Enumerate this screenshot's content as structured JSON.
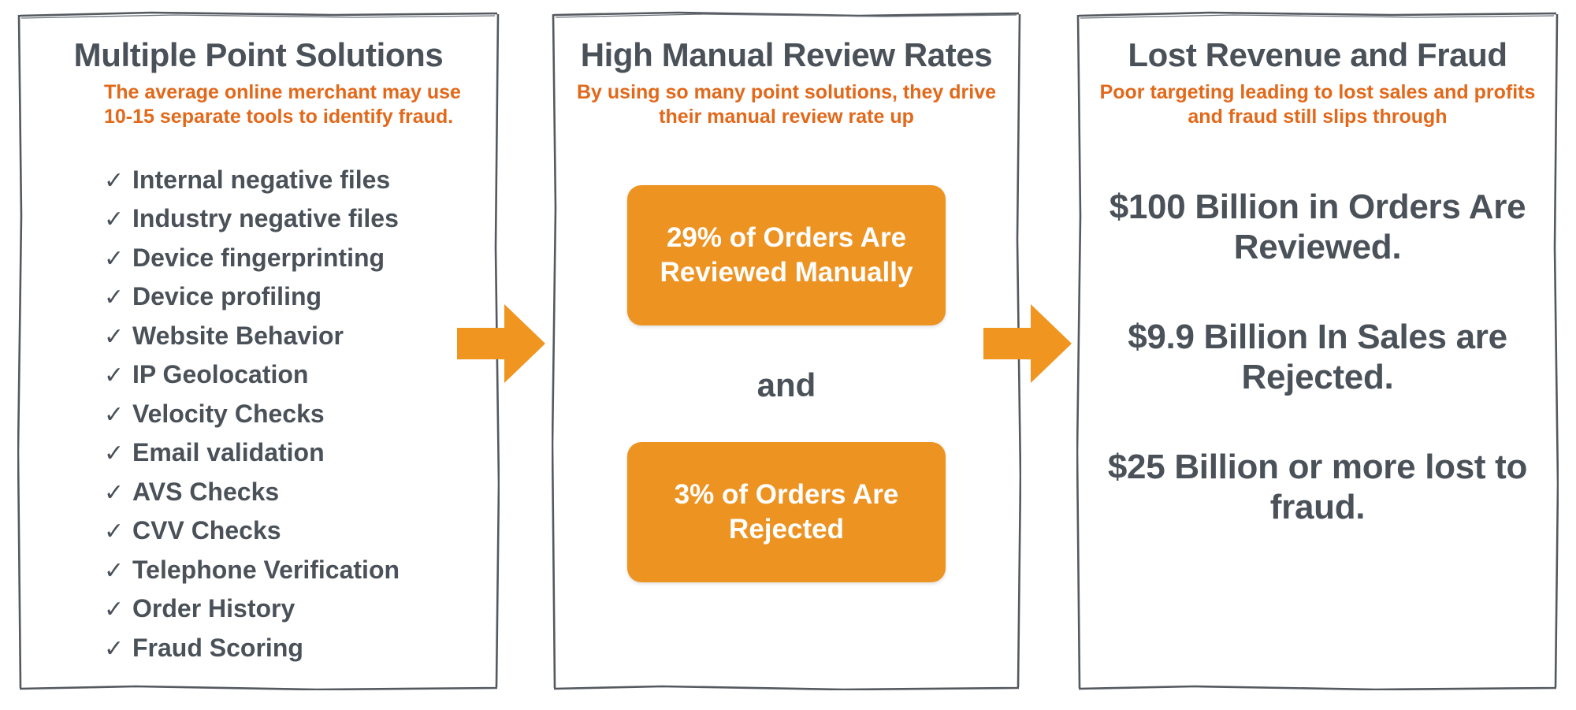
{
  "panels": [
    {
      "id": "multiple-point-solutions",
      "title": "Multiple Point Solutions",
      "subtitle": "The average online merchant may use 10-15 separate tools to identify fraud.",
      "checklist": [
        "Internal negative files",
        "Industry negative files",
        "Device fingerprinting",
        "Device profiling",
        "Website Behavior",
        "IP Geolocation",
        "Velocity Checks",
        "Email validation",
        "AVS Checks",
        "CVV Checks",
        "Telephone Verification",
        "Order History",
        "Fraud Scoring"
      ],
      "check_glyph": "✓"
    },
    {
      "id": "high-manual-review-rates",
      "title": "High Manual Review Rates",
      "subtitle": "By using so many point solutions, they drive their manual review rate up",
      "stat_box_1": "29% of Orders Are Reviewed Manually",
      "connector": "and",
      "stat_box_2": "3% of Orders Are Rejected"
    },
    {
      "id": "lost-revenue-and-fraud",
      "title": "Lost Revenue and Fraud",
      "subtitle": "Poor targeting leading to lost sales and profits and fraud still slips through",
      "stats": [
        "$100 Billion in Orders Are Reviewed.",
        "$9.9 Billion In Sales are Rejected.",
        "$25 Billion or more lost to fraud."
      ]
    }
  ],
  "arrows": [
    {
      "name": "arrow-panel1-to-panel2"
    },
    {
      "name": "arrow-panel2-to-panel3"
    }
  ],
  "colors": {
    "heading": "#4a5158",
    "subtitle_orange": "#e2681a",
    "box_orange": "#ed9322",
    "arrow_orange": "#f0951f",
    "border": "#54595f",
    "background": "#ffffff",
    "box_text": "#ffffff"
  }
}
